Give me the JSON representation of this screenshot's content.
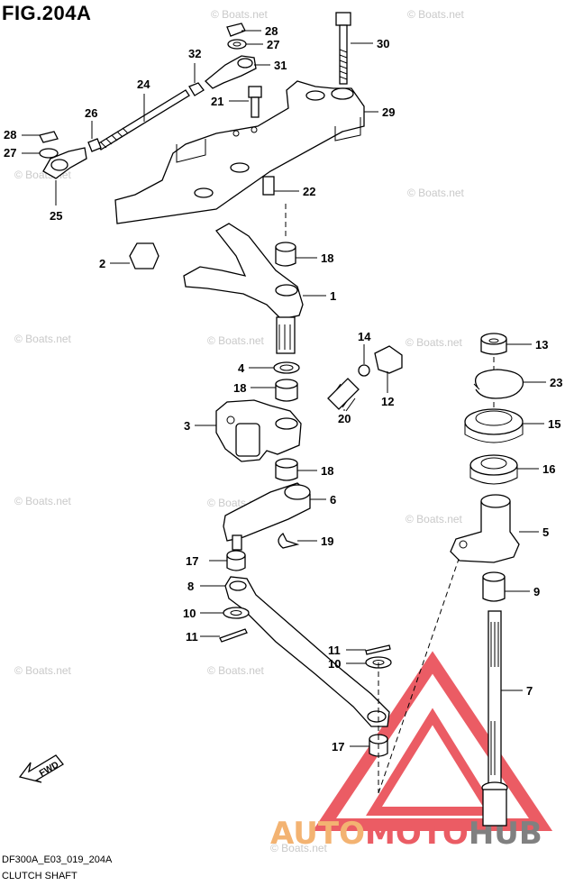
{
  "figure": {
    "title": "FIG.204A",
    "code": "DF300A_E03_019_204A",
    "caption": "CLUTCH SHAFT",
    "direction_label": "FWD"
  },
  "watermarks": {
    "text": "© Boats.net"
  },
  "callouts": {
    "c28a": "28",
    "c27a": "27",
    "c30": "30",
    "c32": "32",
    "c31": "31",
    "c24": "24",
    "c21": "21",
    "c29": "29",
    "c26": "26",
    "c28b": "28",
    "c27b": "27",
    "c25": "25",
    "c22": "22",
    "c18a": "18",
    "c2": "2",
    "c1": "1",
    "c14": "14",
    "c13": "13",
    "c4": "4",
    "c12": "12",
    "c23": "23",
    "c18b": "18",
    "c3": "3",
    "c20": "20",
    "c15": "15",
    "c18c": "18",
    "c16": "16",
    "c6": "6",
    "c5": "5",
    "c19": "19",
    "c17a": "17",
    "c8": "8",
    "c9": "9",
    "c10a": "10",
    "c11a": "11",
    "c11b": "11",
    "c10b": "10",
    "c7": "7",
    "c17b": "17"
  },
  "logo": {
    "part1": "AUTO",
    "part2": "MOTO",
    "part3": "HUB",
    "color_auto": "#f2a65a",
    "color_moto": "#e8404a",
    "color_hub": "#6b6b6b"
  }
}
